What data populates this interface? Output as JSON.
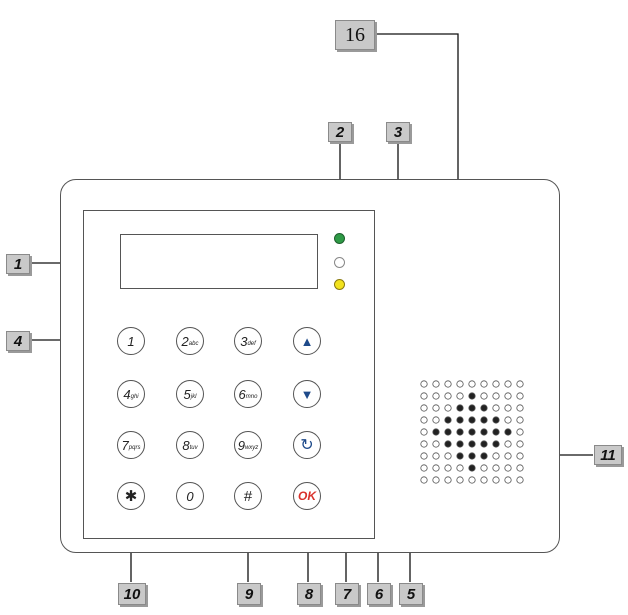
{
  "callouts": {
    "c1": "1",
    "c2": "2",
    "c3": "3",
    "c4": "4",
    "c5": "5",
    "c6": "6",
    "c7": "7",
    "c8": "8",
    "c9": "9",
    "c10": "10",
    "c11": "11",
    "c16": "16"
  },
  "leds": {
    "led_top": "#2e9a46",
    "led_mid": "#ffffff",
    "led_bottom": "#f2e21e"
  },
  "keys": {
    "k1": {
      "main": "1",
      "sub": ""
    },
    "k2": {
      "main": "2",
      "sub": "abc"
    },
    "k3": {
      "main": "3",
      "sub": "def"
    },
    "k4": {
      "main": "4",
      "sub": "ghi"
    },
    "k5": {
      "main": "5",
      "sub": "jkl"
    },
    "k6": {
      "main": "6",
      "sub": "mno"
    },
    "k7": {
      "main": "7",
      "sub": "pqrs"
    },
    "k8": {
      "main": "8",
      "sub": "tuv"
    },
    "k9": {
      "main": "9",
      "sub": "wxyz"
    },
    "star": "✱",
    "zero": "0",
    "hash": "#",
    "ok": "OK",
    "up": "▲",
    "down": "▼",
    "refresh": "↻"
  }
}
